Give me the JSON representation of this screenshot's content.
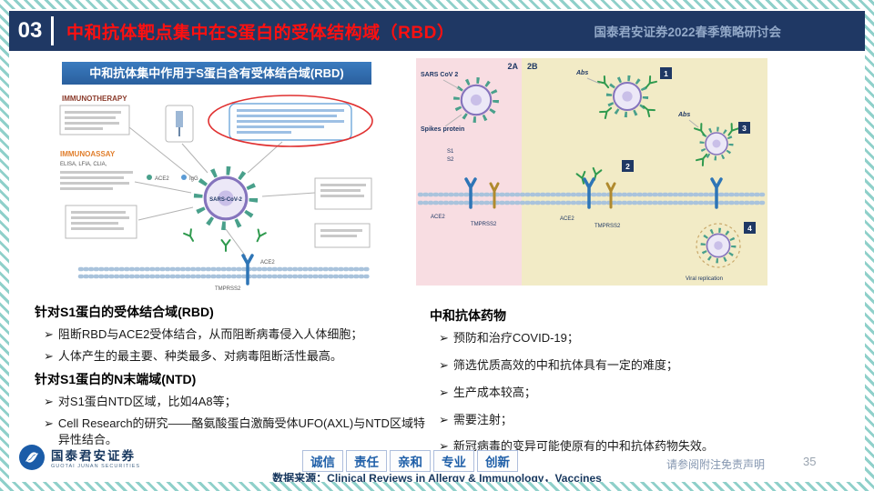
{
  "glyphs": {
    "bullet": "➢"
  },
  "colors": {
    "header_bg": "#1F3864",
    "title_red": "#FE1010",
    "banner_blue": "#2E75B6",
    "stripe_teal": "#8FD0CA",
    "panel_pink": "#F8DDE2",
    "panel_yellow": "#F2EBC6"
  },
  "header": {
    "slide_number": "03",
    "title": "中和抗体靶点集中在S蛋白的受体结构域（RBD）",
    "conference": "国泰君安证券2022春季策略研讨会"
  },
  "left_figure": {
    "banner": "中和抗体集中作用于S蛋白含有受体结合域(RBD)",
    "labels": {
      "immunotherapy": "IMMUNOTHERAPY",
      "immunoassay": "IMMUNOASSAY",
      "assay_methods": "ELISA, LFIA, CLIA,",
      "virus": "SARS-CoV-2",
      "legend_ace2": "ACE2",
      "legend_igg": "IgG",
      "ace2": "ACE2",
      "tmprss2": "TMPRSS2"
    }
  },
  "right_figure": {
    "panel_a": "2A",
    "panel_b": "2B",
    "steps": [
      "1",
      "2",
      "3",
      "4"
    ],
    "labels": {
      "sars": "SARS CoV 2",
      "spikes": "Spikes protein",
      "s1": "S1",
      "s2": "S2",
      "ace2_left": "ACE2",
      "tmprss2_left": "TMPRSS2",
      "abs_top": "Abs",
      "abs_right": "Abs",
      "ace2_mid": "ACE2",
      "tmprss2_mid": "TMPRSS2",
      "viral": "Viral replication"
    }
  },
  "left_text": {
    "heading_rbd": "针对S1蛋白的受体结合域(RBD)",
    "rbd_bullets": [
      "阻断RBD与ACE2受体结合，从而阻断病毒侵入人体细胞；",
      "人体产生的最主要、种类最多、对病毒阻断活性最高。"
    ],
    "heading_ntd": "针对S1蛋白的N末端域(NTD)",
    "ntd_bullets": [
      "对S1蛋白NTD区域，比如4A8等；",
      "Cell Research的研究——酪氨酸蛋白激酶受体UFO(AXL)与NTD区域特异性结合。"
    ]
  },
  "right_text": {
    "heading": "中和抗体药物",
    "bullets": [
      "预防和治疗COVID-19；",
      "筛选优质高效的中和抗体具有一定的难度；",
      "生产成本较高；",
      "需要注射；",
      "新冠病毒的变异可能使原有的中和抗体药物失效。"
    ]
  },
  "footer": {
    "logo_cn": "国泰君安证券",
    "logo_en": "GUOTAI JUNAN SECURITIES",
    "slogan": [
      "诚信",
      "责任",
      "亲和",
      "专业",
      "创新"
    ],
    "source": "数据来源：Clinical Reviews in Allergy & Immunology，Vaccines",
    "disclaimer": "请参阅附注免责声明",
    "page_number": "35"
  }
}
